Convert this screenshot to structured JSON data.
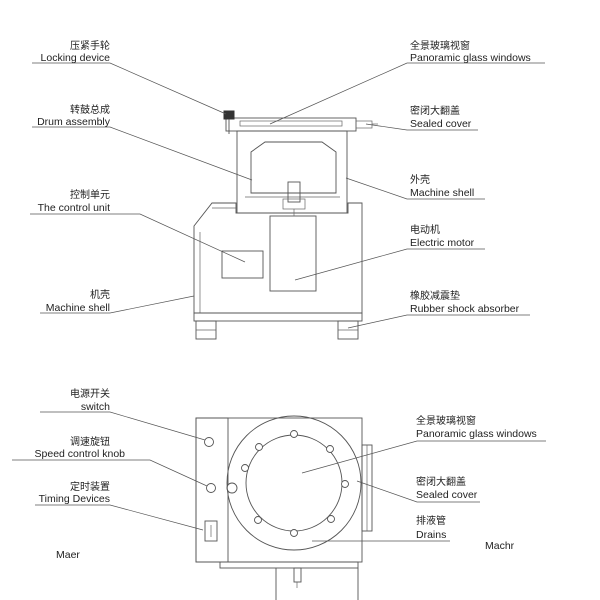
{
  "labels": {
    "locking_device": {
      "zh": "压紧手轮",
      "en": "Locking device"
    },
    "drum_assembly": {
      "zh": "转鼓总成",
      "en": "Drum assembly"
    },
    "control_unit": {
      "zh": "控制单元",
      "en": "The control unit"
    },
    "machine_shell_left": {
      "zh": "机壳",
      "en": "Machine shell"
    },
    "panoramic_top": {
      "zh": "全景玻璃视窗",
      "en": "Panoramic glass windows"
    },
    "sealed_cover_top": {
      "zh": "密闭大翻盖",
      "en": "Sealed cover"
    },
    "machine_shell_right": {
      "zh": "外壳",
      "en": "Machine shell"
    },
    "electric_motor": {
      "zh": "电动机",
      "en": "Electric motor"
    },
    "rubber_shock": {
      "zh": "橡胶减震垫",
      "en": "Rubber shock absorber"
    },
    "switch": {
      "zh": "电源开关",
      "en": "switch"
    },
    "speed_knob": {
      "zh": "调速旋钮",
      "en": "Speed control knob"
    },
    "timing": {
      "zh": "定时装置",
      "en": "Timing Devices"
    },
    "panoramic_bottom": {
      "zh": "全景玻璃视窗",
      "en": "Panoramic glass windows"
    },
    "sealed_cover_bottom": {
      "zh": "密闭大翻盖",
      "en": "Sealed cover"
    },
    "drains": {
      "zh": "排液管",
      "en": "Drains"
    }
  },
  "stray": {
    "left": "Maer",
    "right": "Machr"
  }
}
